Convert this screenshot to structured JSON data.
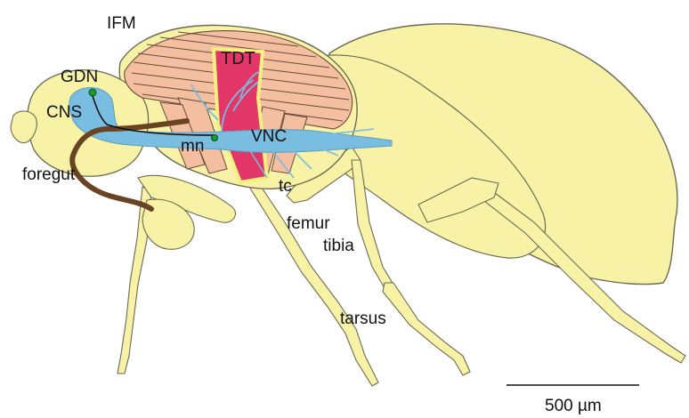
{
  "labels": {
    "ifm": "IFM",
    "gdn": "GDN",
    "cns": "CNS",
    "foregut": "foregut",
    "tdt": "TDT",
    "mn": "mn",
    "vnc": "VNC",
    "tc": "tc",
    "femur": "femur",
    "tibia": "tibia",
    "tarsus": "tarsus",
    "scale": "500 µm"
  },
  "colors": {
    "body": "#f7f2a6",
    "outline": "#6b6b55",
    "ifm_muscle": "#f3bfa0",
    "tdt_muscle": "#e23568",
    "nervous_system": "#79bde0",
    "foregut": "#6a4422",
    "gdn_neuron": "#1a9a2a",
    "text": "#111111"
  },
  "icons": {
    "fly": "drosophila-lateral-view"
  }
}
